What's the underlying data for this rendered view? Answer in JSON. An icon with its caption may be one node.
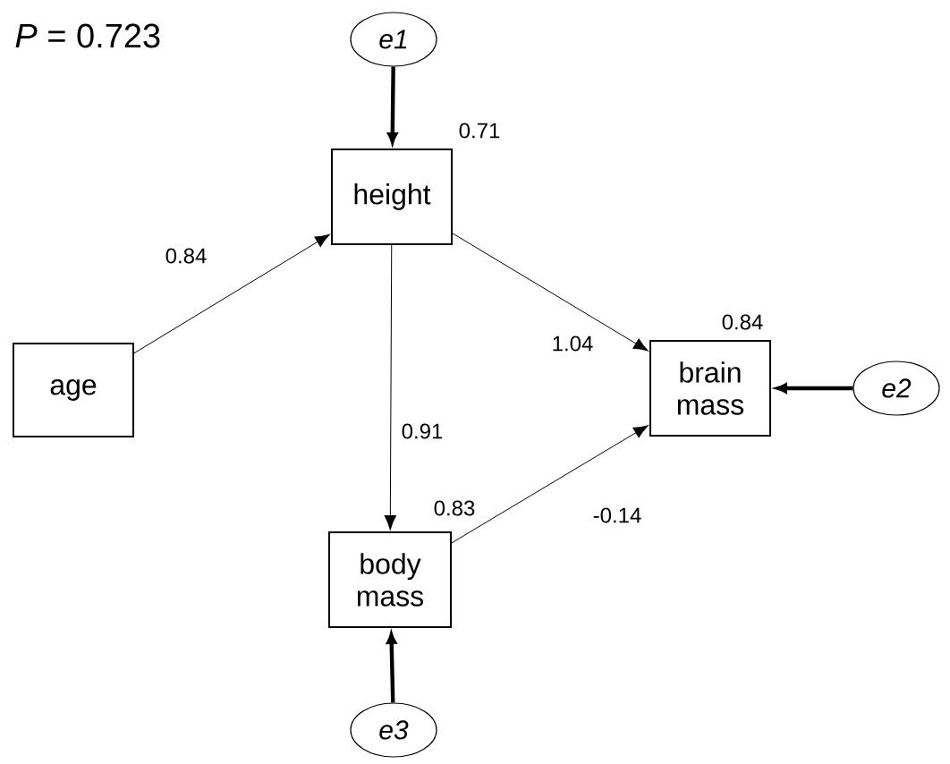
{
  "diagram": {
    "title": "*P* = 0.723",
    "nodes": [
      {
        "text": [
          "e1"
        ]
      },
      {
        "text": [
          "height"
        ],
        "beside": [
          "0.71"
        ]
      },
      {
        "text": [
          "age"
        ]
      },
      {
        "text": [
          "brain mass"
        ],
        "beside": [
          "0.84"
        ]
      },
      {
        "text": [
          "e2"
        ]
      },
      {
        "text": [
          "body mass"
        ],
        "beside": [
          "0.83"
        ]
      },
      {
        "text": [
          "e3"
        ]
      }
    ],
    "edges": [
      {
        "from": 0,
        "to": 1,
        "arrow": "to",
        "style": "thick"
      },
      {
        "from": 2,
        "to": 1,
        "arrow": "to",
        "label": "0.84"
      },
      {
        "from": 1,
        "to": 3,
        "arrow": "to",
        "label": "1.04"
      },
      {
        "from": 1,
        "to": 5,
        "arrow": "to",
        "label": "0.91"
      },
      {
        "from": 5,
        "to": 3,
        "arrow": "to",
        "label": "-0.14"
      },
      {
        "from": 4,
        "to": 3,
        "arrow": "to",
        "style": "thick"
      },
      {
        "from": 6,
        "to": 5,
        "arrow": "to",
        "style": "thick"
      }
    ]
  }
}
